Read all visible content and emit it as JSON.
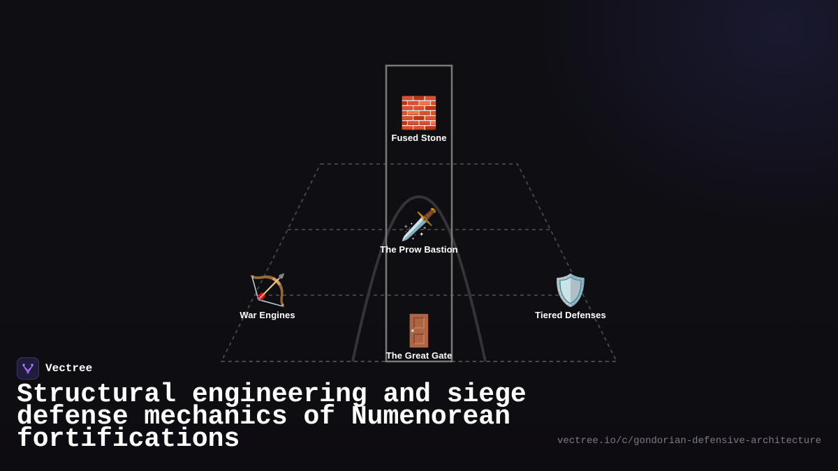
{
  "brand": {
    "name": "Vectree"
  },
  "title": "Structural engineering and siege defense mechanics of Numenorean fortifications",
  "url": "vectree.io/c/gondorian-defensive-architecture",
  "colors": {
    "background": "#0f0e13",
    "line": "#555555",
    "accent": "#7c4dff"
  },
  "nodes": [
    {
      "id": "fused-stone",
      "label": "Fused Stone",
      "icon": "brick-icon",
      "emoji": "🧱"
    },
    {
      "id": "prow-bastion",
      "label": "The Prow Bastion",
      "icon": "dagger-icon",
      "emoji": "🗡️"
    },
    {
      "id": "war-engines",
      "label": "War Engines",
      "icon": "bow-and-arrow-icon",
      "emoji": "🏹"
    },
    {
      "id": "tiered-defenses",
      "label": "Tiered Defenses",
      "icon": "shield-icon",
      "emoji": "🛡️"
    },
    {
      "id": "great-gate",
      "label": "The Great Gate",
      "icon": "door-icon",
      "emoji": "🚪"
    }
  ]
}
